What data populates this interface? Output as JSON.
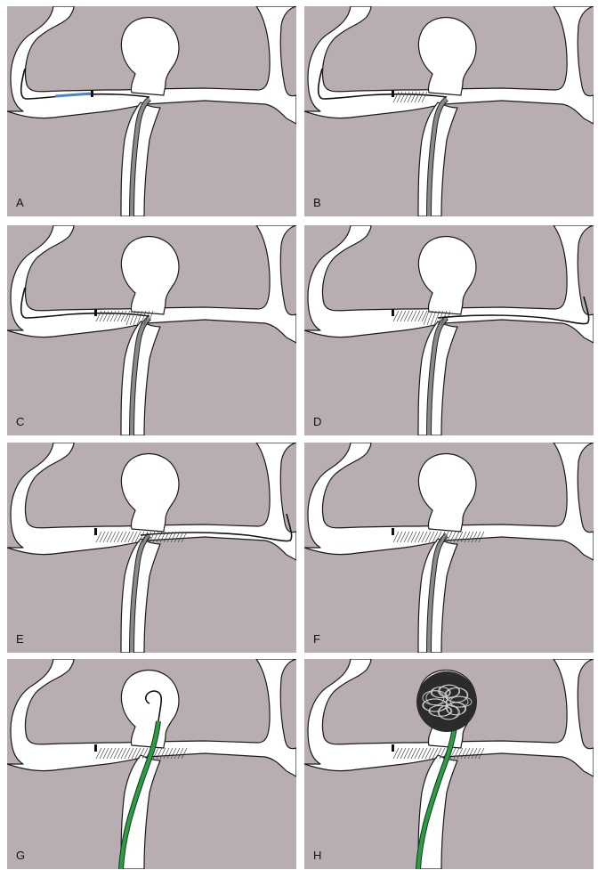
{
  "figure": {
    "panels": [
      {
        "label": "A",
        "stage": "a"
      },
      {
        "label": "B",
        "stage": "b"
      },
      {
        "label": "C",
        "stage": "c"
      },
      {
        "label": "D",
        "stage": "d"
      },
      {
        "label": "E",
        "stage": "e"
      },
      {
        "label": "F",
        "stage": "f"
      },
      {
        "label": "G",
        "stage": "g"
      },
      {
        "label": "H",
        "stage": "h"
      }
    ],
    "colors": {
      "background": "#b8aeb1",
      "vessel": "#ffffff",
      "outline": "#1a1a1a",
      "catheter": "#8a8a8a",
      "microcatheter_green": "#2e9e3a",
      "blue_device": "#4a86c8",
      "coil": "#333333"
    }
  }
}
